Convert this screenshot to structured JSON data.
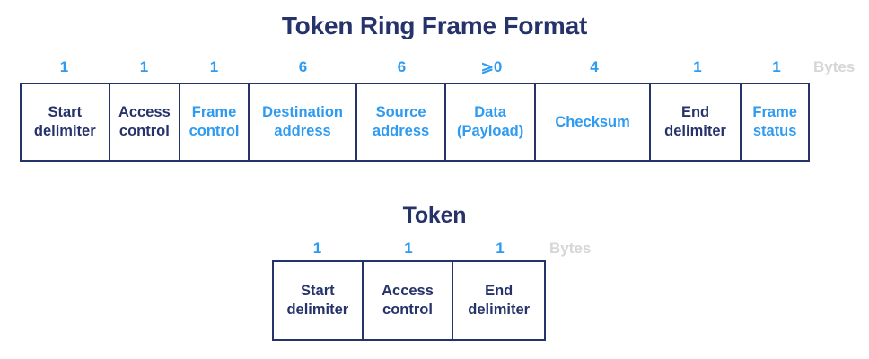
{
  "frame": {
    "title": "Token Ring Frame Format",
    "bytes_label": "Bytes",
    "fields": [
      {
        "size": "1",
        "name": "Start\ndelimiter",
        "label_line1": "Start",
        "label_line2": "delimiter",
        "color": "navy",
        "width": 99
      },
      {
        "size": "1",
        "name": "Access control",
        "label_line1": "Access",
        "label_line2": "control",
        "color": "navy",
        "width": 79
      },
      {
        "size": "1",
        "name": "Frame control",
        "label_line1": "Frame",
        "label_line2": "control",
        "color": "blue",
        "width": 77
      },
      {
        "size": "6",
        "name": "Destination address",
        "label_line1": "Destination",
        "label_line2": "address",
        "color": "blue",
        "width": 121
      },
      {
        "size": "6",
        "name": "Source address",
        "label_line1": "Source",
        "label_line2": "address",
        "color": "blue",
        "width": 99
      },
      {
        "size": "⩾0",
        "name": "Data (Payload)",
        "label_line1": "Data",
        "label_line2": "(Payload)",
        "color": "blue",
        "width": 101
      },
      {
        "size": "4",
        "name": "Checksum",
        "label_line1": "Checksum",
        "label_line2": "",
        "color": "blue",
        "width": 128
      },
      {
        "size": "1",
        "name": "End delimiter",
        "label_line1": "End",
        "label_line2": "delimiter",
        "color": "navy",
        "width": 102
      },
      {
        "size": "1",
        "name": "Frame status",
        "label_line1": "Frame",
        "label_line2": "status",
        "color": "blue",
        "width": 74
      }
    ]
  },
  "token": {
    "title": "Token",
    "bytes_label": "Bytes",
    "fields": [
      {
        "size": "1",
        "name": "Start delimiter",
        "label_line1": "Start",
        "label_line2": "delimiter",
        "color": "navy",
        "width": 101
      },
      {
        "size": "1",
        "name": "Access control",
        "label_line1": "Access",
        "label_line2": "control",
        "color": "navy",
        "width": 102
      },
      {
        "size": "1",
        "name": "End delimiter",
        "label_line1": "End",
        "label_line2": "delimiter",
        "color": "navy",
        "width": 102
      }
    ]
  },
  "colors": {
    "navy": "#26336b",
    "blue": "#2e9bf0",
    "gray": "#d6d6d6",
    "background": "#ffffff"
  }
}
